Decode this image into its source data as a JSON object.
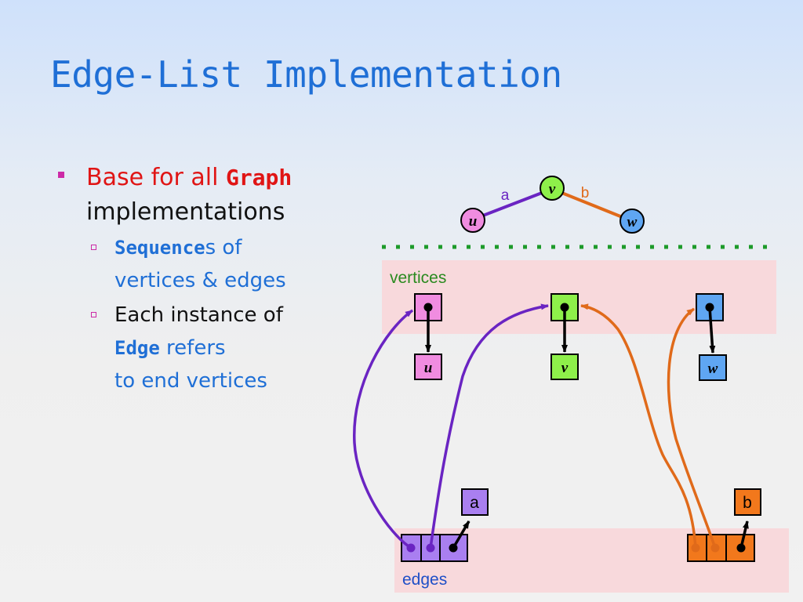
{
  "title": "Edge-List Implementation",
  "bullets": {
    "main": {
      "text_before": "Base for all ",
      "code": "Graph",
      "text_after": "implementations"
    },
    "sub1": {
      "code": "Sequence",
      "line1_rest": "s of",
      "line2": "vertices & edges"
    },
    "sub2": {
      "line1": "Each instance of",
      "code": "Edge",
      "line2_rest": " refers",
      "line3": "to end vertices"
    }
  },
  "graph": {
    "vertices": [
      {
        "id": "u",
        "label": "u",
        "color": "#f08ce0"
      },
      {
        "id": "v",
        "label": "v",
        "color": "#8ef04a"
      },
      {
        "id": "w",
        "label": "w",
        "color": "#5fa6f2"
      }
    ],
    "edges": [
      {
        "id": "a",
        "label": "a",
        "color": "#6a24c2",
        "from": "u",
        "to": "v"
      },
      {
        "id": "b",
        "label": "b",
        "color": "#e06a1a",
        "from": "v",
        "to": "w"
      }
    ]
  },
  "structure": {
    "vertices_label": "vertices",
    "edges_label": "edges",
    "edge_a_element": "a",
    "edge_b_element": "b"
  },
  "colors": {
    "title": "#1f6fd6",
    "bullet_mark": "#cc2aa6",
    "highlight_red": "#e01515",
    "sub_text_blue": "#1f6fd6",
    "region_fill": "#f8d9dc",
    "vertices_label": "#2a8a1f",
    "edges_label": "#1f4fc7",
    "separator": "#1d9a2a"
  }
}
